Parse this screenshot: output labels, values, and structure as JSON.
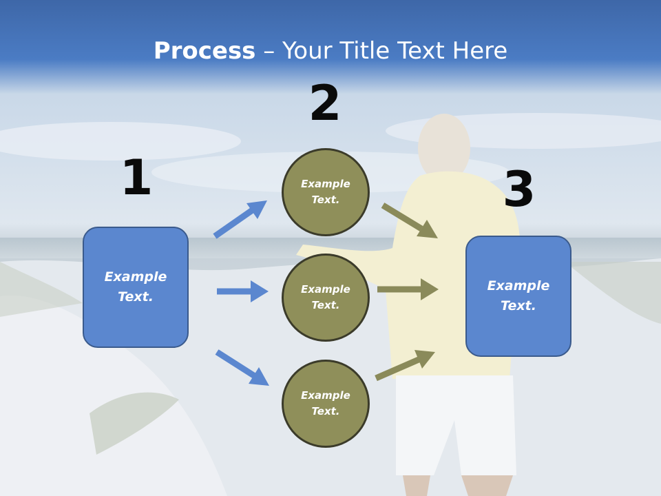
{
  "title": {
    "bold": "Process",
    "rest": " – Your Title Text Here"
  },
  "steps": [
    {
      "number": "1",
      "line1": "Example",
      "line2": "Text."
    },
    {
      "number": "2"
    },
    {
      "number": "3",
      "line1": "Example",
      "line2": "Text."
    }
  ],
  "circles": [
    {
      "line1": "Example",
      "line2": "Text."
    },
    {
      "line1": "Example",
      "line2": "Text."
    },
    {
      "line1": "Example",
      "line2": "Text."
    }
  ],
  "colors": {
    "box_fill": "#5b87cf",
    "circle_fill": "#8f8f5a",
    "blue_arrow": "#5b87cf",
    "olive_arrow": "#8a8a5a",
    "header": "#3f6fb8"
  }
}
